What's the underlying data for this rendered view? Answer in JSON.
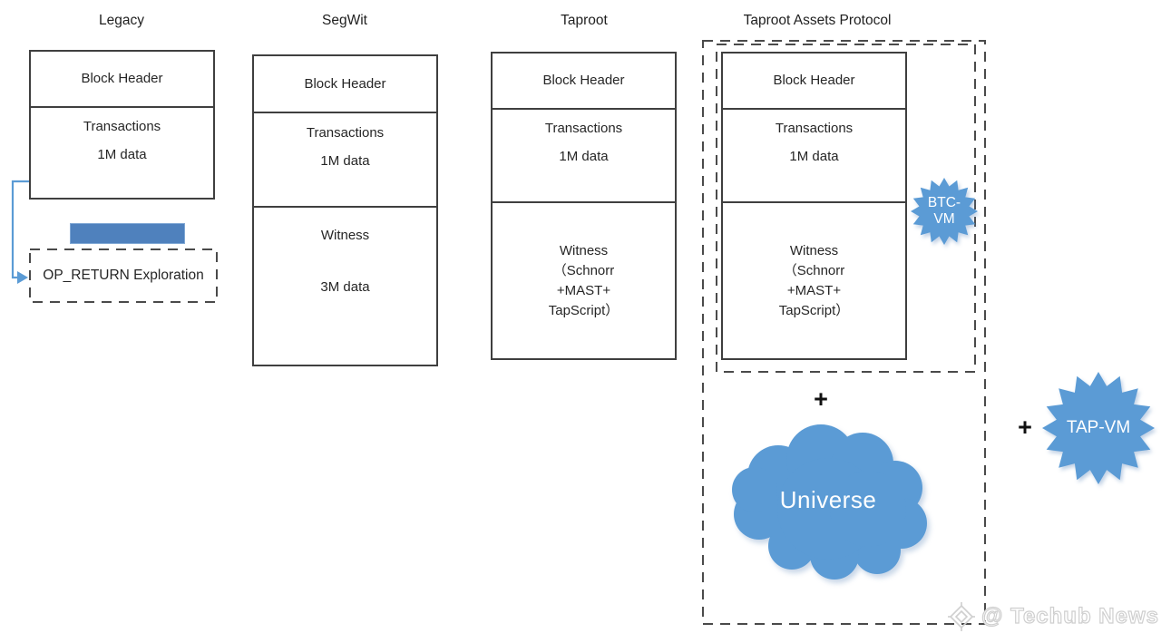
{
  "titles": {
    "legacy": "Legacy",
    "segwit": "SegWit",
    "taproot": "Taproot",
    "tap": "Taproot Assets Protocol"
  },
  "legacy": {
    "block_header": "Block Header",
    "transactions": "Transactions",
    "tx_size": "1M data",
    "op_return": "OP_RETURN Exploration"
  },
  "segwit": {
    "block_header": "Block Header",
    "transactions": "Transactions",
    "tx_size": "1M data",
    "witness": "Witness",
    "witness_size": "3M data"
  },
  "taproot": {
    "block_header": "Block Header",
    "transactions": "Transactions",
    "tx_size": "1M data",
    "witness_lines": [
      "Witness",
      "（Schnorr",
      "+MAST+",
      "TapScript）"
    ]
  },
  "tap": {
    "block_header": "Block Header",
    "transactions": "Transactions",
    "tx_size": "1M data",
    "witness_lines": [
      "Witness",
      "（Schnorr",
      "+MAST+",
      "TapScript）"
    ],
    "btc_vm_lines": [
      "BTC-",
      "VM"
    ],
    "plus": "+",
    "universe": "Universe"
  },
  "right_group": {
    "plus": "+",
    "tap_vm": "TAP-VM"
  },
  "watermark": {
    "text": "@ Techub News"
  },
  "colors": {
    "bar": "#4f81bd",
    "accent": "#5b9bd5",
    "border": "#3f3f3f",
    "dash": "#4a4a4a",
    "text": "#262626",
    "wm": "#cfcfcf"
  }
}
